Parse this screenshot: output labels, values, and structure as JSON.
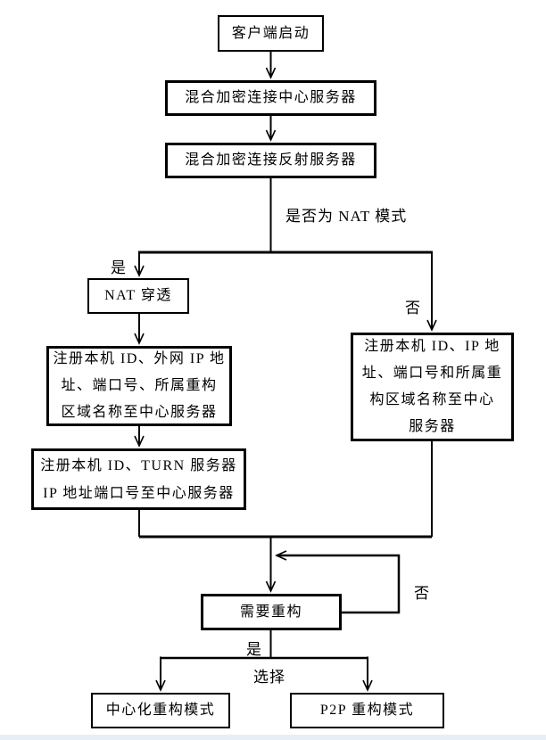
{
  "diagram": {
    "type": "flowchart",
    "colors": {
      "background": "#ffffff",
      "line": "#000000",
      "text": "#000000",
      "footer_strip": "#e7eef6"
    },
    "nodes": {
      "client_start": {
        "label": "客户端启动"
      },
      "connect_central_server": {
        "label": "混合加密连接中心服务器"
      },
      "connect_reflect_server": {
        "label": "混合加密连接反射服务器"
      },
      "nat_traversal": {
        "label": "NAT 穿透"
      },
      "register_nat": {
        "lines": [
          "注册本机 ID、外网 IP 地",
          "址、端口号、所属重构",
          "区域名称至中心服务器"
        ]
      },
      "register_turn": {
        "lines": [
          "注册本机 ID、TURN 服务器",
          "IP 地址端口号至中心服务器"
        ]
      },
      "register_direct": {
        "lines": [
          "注册本机 ID、IP 地",
          "址、端口号和所属重",
          "构区域名称至中心",
          "服务器"
        ]
      },
      "need_reconstruct": {
        "label": "需要重构"
      },
      "centralized_mode": {
        "label": "中心化重构模式"
      },
      "p2p_mode": {
        "label": "P2P 重构模式"
      }
    },
    "edge_labels": {
      "nat_question": "是否为 NAT 模式",
      "yes_nat": "是",
      "no_nat": "否",
      "no_reconstruct_loop": "否",
      "yes_reconstruct": "是",
      "choose": "选择"
    }
  }
}
